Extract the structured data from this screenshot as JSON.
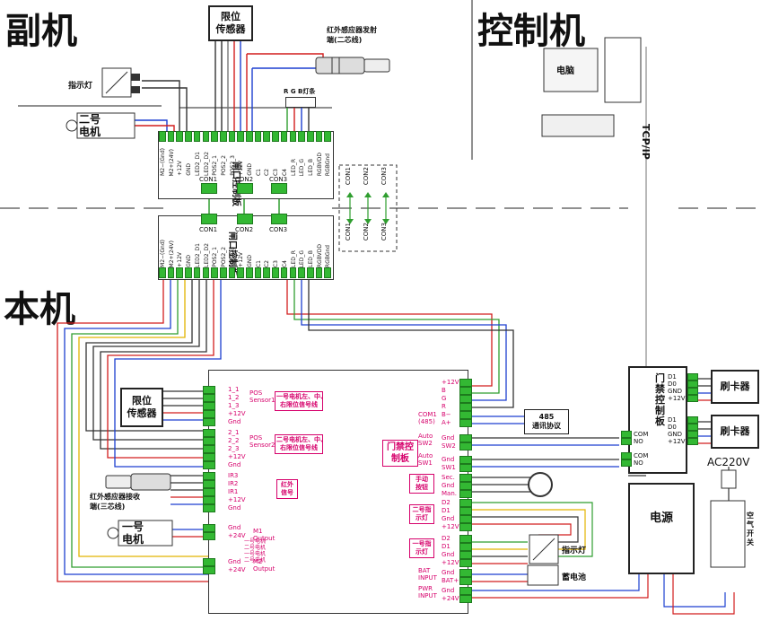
{
  "sections": {
    "secondary": "副机",
    "control": "控制机",
    "main": "本机"
  },
  "secondary_unit": {
    "limit_sensor": "限位\n传感器",
    "ir_emitter": "红外感应器发射\n端(二芯线)",
    "indicator": "指示灯",
    "motor2": "二号\n电机",
    "rgb_strip": "R G B灯条",
    "board_title": "闸口控制板",
    "terminal_labels": [
      "M2−(Gnd)",
      "M2+(24V)",
      "+12V",
      "GND",
      "LED2_D1",
      "LED2_D2",
      "POS2_1",
      "POS2_2",
      "POS2_3",
      "+12V",
      "GND",
      "C1",
      "C2",
      "C3",
      "C4",
      "LED_R",
      "LED_G",
      "LED_B",
      "RGBVDD",
      "RGBGnd"
    ],
    "con_labels": [
      "CON1",
      "CON2",
      "CON3"
    ]
  },
  "connector_legend": {
    "top": [
      "CON1",
      "CON2",
      "CON3"
    ],
    "bottom": [
      "CON1",
      "CON2",
      "CON3"
    ]
  },
  "main_board_top": {
    "title": "闸口控制板",
    "terminal_labels": [
      "M2−(Gnd)",
      "M2+(24V)",
      "+12V",
      "GND",
      "LED2_D1",
      "LED2_D2",
      "POS2_1",
      "POS2_2",
      "POS2_3",
      "+12V",
      "GND",
      "C1",
      "C2",
      "C3",
      "C4",
      "LED_R",
      "LED_G",
      "LED_B",
      "RGBVDD",
      "RGBGnd"
    ],
    "con_labels": [
      "CON1",
      "CON2",
      "CON3"
    ]
  },
  "control_unit": {
    "computer": "电脑",
    "network": "TCP/IP"
  },
  "main_unit": {
    "limit_sensor": "限位\n传感器",
    "ir_receiver": "红外感应器接收\n端(三芯线)",
    "motor1": "一号\n电机",
    "board_title": "门禁控\n制板",
    "left_terminals": {
      "sensor1": [
        "1_1",
        "1_2",
        "1_3",
        "+12V",
        "Gnd"
      ],
      "sensor1_name": "POS\nSensor1",
      "sensor1_note": "一号电机左、中、\n右限位信号线",
      "sensor2": [
        "2_1",
        "2_2",
        "2_3",
        "+12V",
        "Gnd"
      ],
      "sensor2_name": "POS\nSensor2",
      "sensor2_note": "二号电机左、中、\n右限位信号线",
      "ir": [
        "IR3",
        "IR2",
        "IR1",
        "+12V",
        "Gnd"
      ],
      "ir_note": "红外\n信号",
      "m1": [
        "Gnd",
        "+24V"
      ],
      "m1_name": "M1\nOutput",
      "m2": [
        "Gnd",
        "+24V"
      ],
      "m2_name": "M2\nOutput",
      "motor_notes": [
        "一号电机",
        "二号电机",
        "一号电机",
        "二号电机"
      ]
    },
    "right_terminals": {
      "com1": [
        "+12V",
        "B",
        "G",
        "R",
        "B−",
        "A+"
      ],
      "com1_name": "COM1\n(485)",
      "auto2": [
        "Gnd",
        "SW2"
      ],
      "auto2_name": "Auto\nSW2",
      "auto1": [
        "Gnd",
        "SW1"
      ],
      "auto1_name": "Auto\nSW1",
      "sec": [
        "Sec.",
        "Gnd",
        "Man."
      ],
      "manual_note": "手动\n按钮",
      "ind2": [
        "D2",
        "D1",
        "Gnd",
        "+12V"
      ],
      "ind2_note": "二号指\n示灯",
      "ind1": [
        "D2",
        "D1",
        "Gnd",
        "+12V"
      ],
      "ind1_note": "一号指\n示灯",
      "bat": [
        "Gnd",
        "BAT+"
      ],
      "bat_name": "BAT\nINPUT",
      "pwr": [
        "Gnd",
        "+24V"
      ],
      "pwr_name": "PWR\nINPUT"
    },
    "protocol_box": "485\n通讯协议",
    "indicator": "指示灯",
    "battery": "蓄电池",
    "door_controller": "门\n禁\n控\n制\n板",
    "card_reader_1": "刷卡器",
    "card_reader_2": "刷卡器",
    "reader_pins": [
      "D1",
      "D0",
      "GND",
      "+12V"
    ],
    "com_no": [
      "COM",
      "NO"
    ],
    "power_supply": "电源",
    "ac": "AC220V",
    "air_switch": "空\n气\n开\n关"
  },
  "colors": {
    "red": "#d21d1d",
    "blue": "#1c3fd0",
    "green": "#2f9e2f",
    "gray": "#777777",
    "yellow": "#e2b400",
    "pink": "#d6006b",
    "terminal": "#33b833"
  }
}
